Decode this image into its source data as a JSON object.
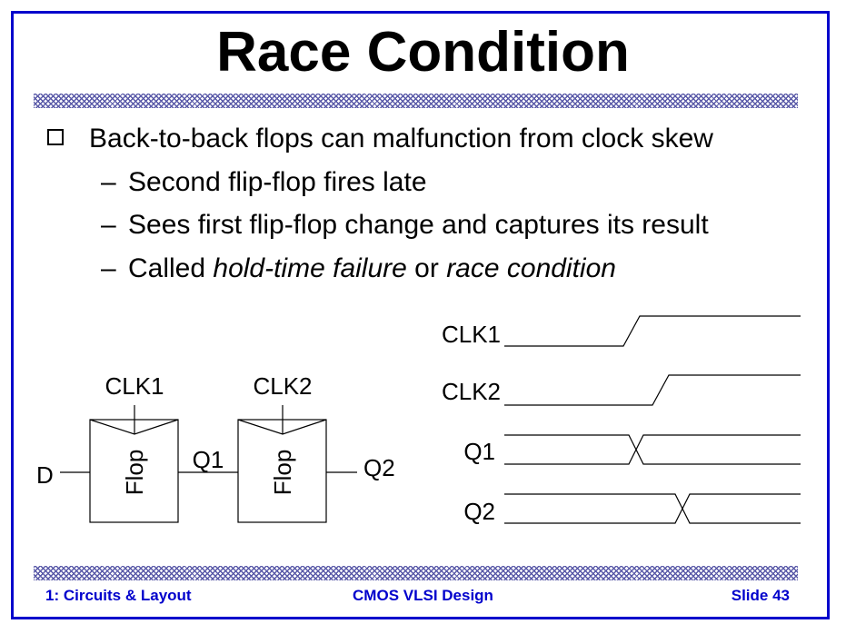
{
  "slide": {
    "title": "Race Condition",
    "bullets": {
      "main": "Back-to-back flops can malfunction from clock skew",
      "sub": [
        "Second flip-flop fires late",
        "Sees first flip-flop change and captures its result"
      ],
      "called": {
        "prefix": "Called ",
        "term1": "hold-time failure",
        "middle": " or ",
        "term2": "race condition"
      }
    },
    "colors": {
      "frame": "#0000cc",
      "footer_text": "#0000cc",
      "band": "#5a5aa8"
    }
  },
  "schematic": {
    "d_label": "D",
    "flop1_label": "Flop",
    "flop2_label": "Flop",
    "clk1_label": "CLK1",
    "clk2_label": "CLK2",
    "q1_label": "Q1",
    "q2_label": "Q2"
  },
  "timing": {
    "signals": [
      "CLK1",
      "CLK2",
      "Q1",
      "Q2"
    ]
  },
  "footer": {
    "left": "1: Circuits & Layout",
    "center": "CMOS VLSI Design",
    "right": "Slide 43"
  }
}
